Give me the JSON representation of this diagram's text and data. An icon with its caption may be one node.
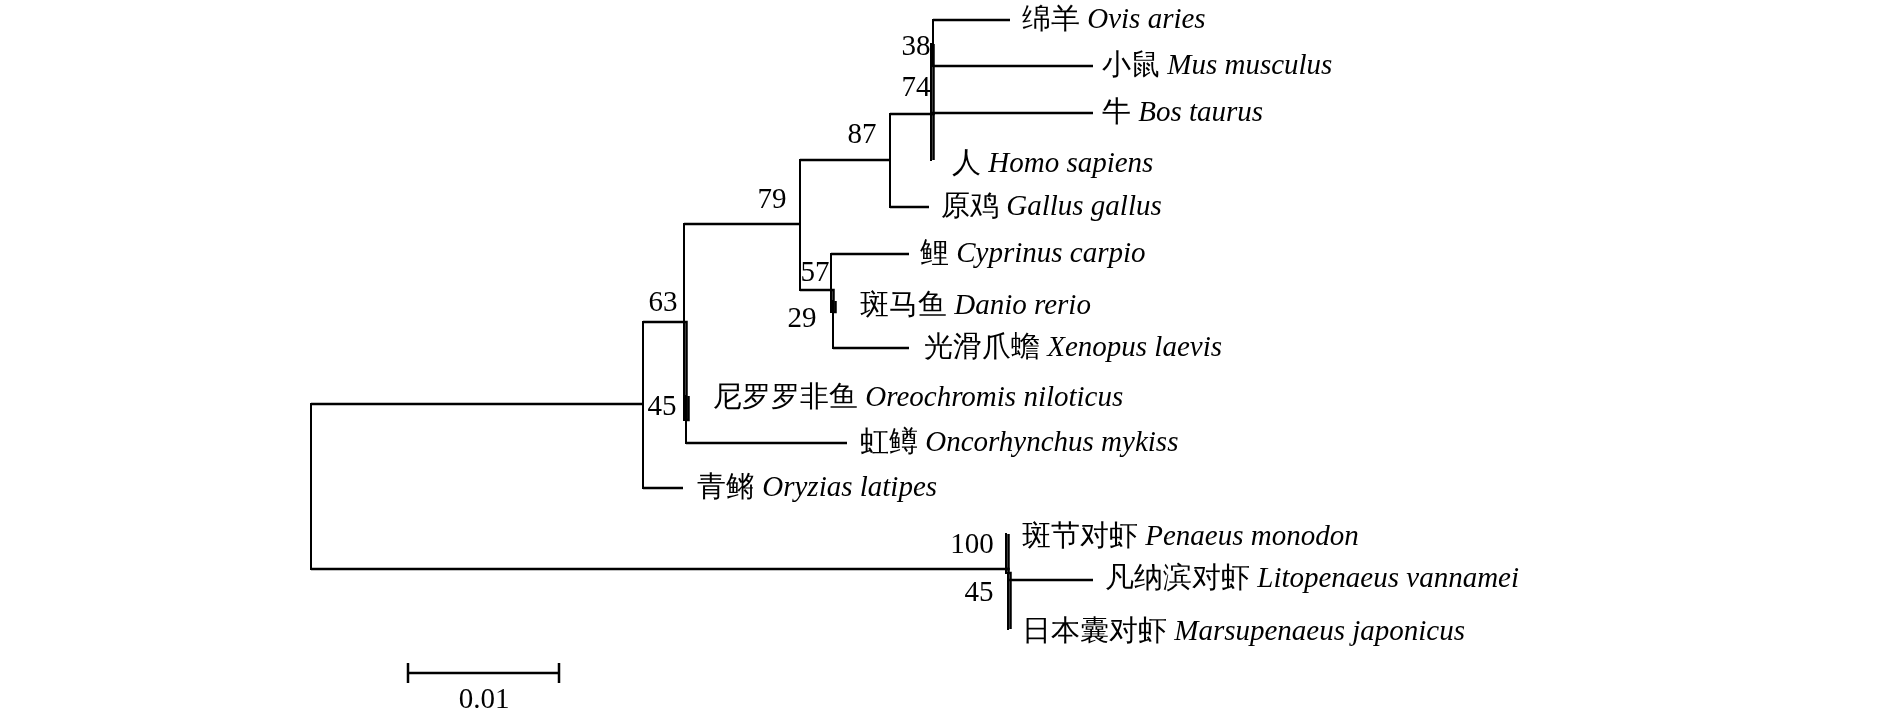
{
  "diagram": {
    "nodes": [
      {
        "text": [],
        "shape": "bar"
      },
      {
        "text": [],
        "shape": "bar"
      },
      {
        "text": [],
        "shape": "bar",
        "beside": [
          "63"
        ]
      },
      {
        "text": [],
        "shape": "bar",
        "beside": [
          "79"
        ]
      },
      {
        "text": [],
        "shape": "bar",
        "beside": [
          "87"
        ]
      },
      {
        "text": [],
        "shape": "bar",
        "beside": [
          "74"
        ]
      },
      {
        "text": [],
        "shape": "bar",
        "beside": [
          "38"
        ]
      },
      {
        "text": [
          "绵羊 *Ovis aries*"
        ]
      },
      {
        "text": [
          "小鼠 *Mus musculus*"
        ]
      },
      {
        "text": [
          "牛 *Bos taurus*"
        ]
      },
      {
        "text": [
          "人 *Homo sapiens*"
        ]
      },
      {
        "text": [
          "原鸡 *Gallus gallus*"
        ]
      },
      {
        "text": [],
        "shape": "bar",
        "beside": [
          "57"
        ]
      },
      {
        "text": [
          "鲤 *Cyprinus carpio*"
        ]
      },
      {
        "text": [],
        "shape": "bar",
        "beside": [
          "29"
        ]
      },
      {
        "text": [
          "斑马鱼 *Danio rerio*"
        ]
      },
      {
        "text": [
          "光滑爪蟾 *Xenopus laevis*"
        ]
      },
      {
        "text": [],
        "shape": "bar",
        "beside": [
          "45"
        ]
      },
      {
        "text": [
          "尼罗罗非鱼 *Oreochromis niloticus*"
        ]
      },
      {
        "text": [
          "虹鳟 *Oncorhynchus mykiss*"
        ]
      },
      {
        "text": [
          "青鳉 *Oryzias latipes*"
        ]
      },
      {
        "text": [],
        "shape": "bar",
        "beside": [
          "100"
        ]
      },
      {
        "text": [
          "斑节对虾 *Penaeus monodon*"
        ]
      },
      {
        "text": [],
        "shape": "bar",
        "beside": [
          "45"
        ]
      },
      {
        "text": [
          "凡纳滨对虾 *Litopenaeus vannamei*"
        ]
      },
      {
        "text": [
          "日本囊对虾 *Marsupenaeus japonicus*"
        ]
      }
    ],
    "edges": [
      {
        "from": 0,
        "to": 1,
        "arrow": "none"
      },
      {
        "from": 0,
        "to": 21,
        "arrow": "none"
      },
      {
        "from": 1,
        "to": 2,
        "arrow": "none"
      },
      {
        "from": 1,
        "to": 20,
        "arrow": "none"
      },
      {
        "from": 2,
        "to": 3,
        "arrow": "none"
      },
      {
        "from": 2,
        "to": 17,
        "arrow": "none"
      },
      {
        "from": 3,
        "to": 4,
        "arrow": "none"
      },
      {
        "from": 3,
        "to": 12,
        "arrow": "none"
      },
      {
        "from": 4,
        "to": 5,
        "arrow": "none"
      },
      {
        "from": 4,
        "to": 11,
        "arrow": "none"
      },
      {
        "from": 5,
        "to": 6,
        "arrow": "none"
      },
      {
        "from": 5,
        "to": 9,
        "arrow": "none"
      },
      {
        "from": 5,
        "to": 10,
        "arrow": "none"
      },
      {
        "from": 6,
        "to": 7,
        "arrow": "none"
      },
      {
        "from": 6,
        "to": 8,
        "arrow": "none"
      },
      {
        "from": 12,
        "to": 13,
        "arrow": "none"
      },
      {
        "from": 12,
        "to": 14,
        "arrow": "none"
      },
      {
        "from": 14,
        "to": 15,
        "arrow": "none"
      },
      {
        "from": 14,
        "to": 16,
        "arrow": "none"
      },
      {
        "from": 17,
        "to": 18,
        "arrow": "none"
      },
      {
        "from": 17,
        "to": 19,
        "arrow": "none"
      },
      {
        "from": 21,
        "to": 22,
        "arrow": "none"
      },
      {
        "from": 21,
        "to": 23,
        "arrow": "none"
      },
      {
        "from": 23,
        "to": 24,
        "arrow": "none"
      },
      {
        "from": 23,
        "to": 25,
        "arrow": "none"
      }
    ],
    "labels": [
      "0.01"
    ]
  }
}
